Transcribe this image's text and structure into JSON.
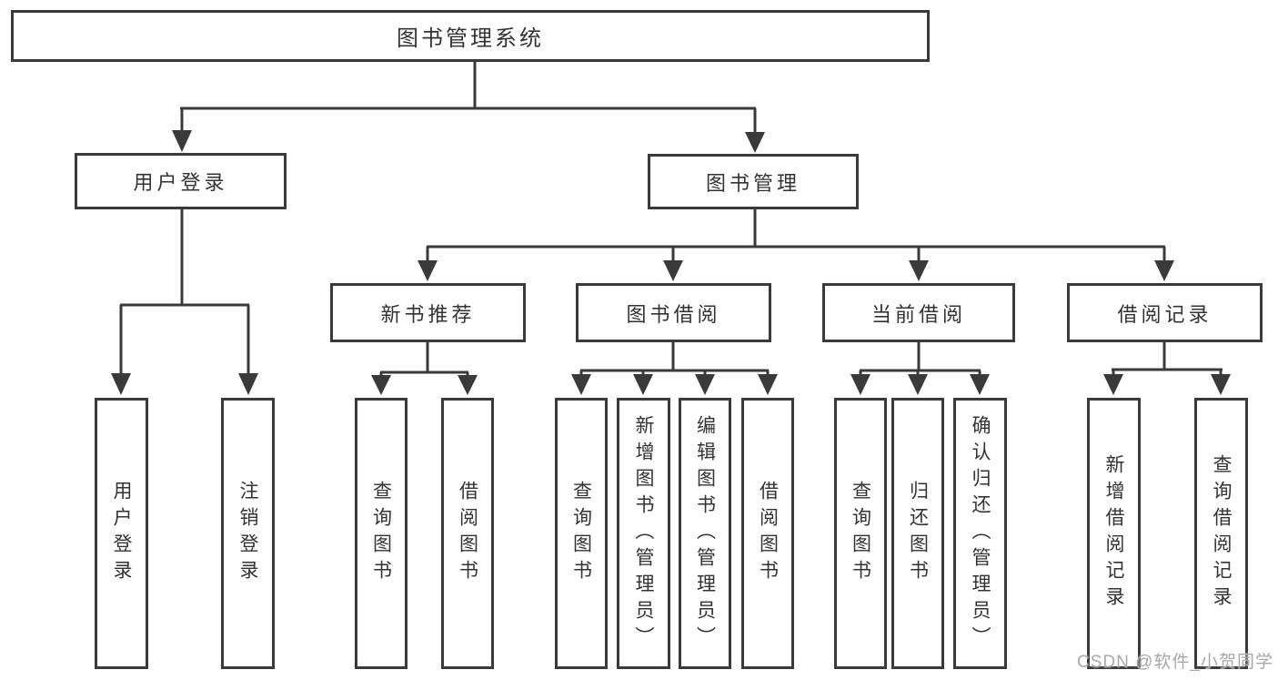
{
  "diagram": {
    "title": "图书管理系统",
    "nodes": {
      "root": {
        "label": "图书管理系统"
      },
      "userLogin": {
        "label": "用户登录"
      },
      "bookMgmt": {
        "label": "图书管理"
      },
      "newBook": {
        "label": "新书推荐"
      },
      "bookBorrow": {
        "label": "图书借阅"
      },
      "currentBorrow": {
        "label": "当前借阅"
      },
      "borrowRecords": {
        "label": "借阅记录"
      },
      "userLoginLeaf": {
        "label": "用户登录"
      },
      "logoutLeaf": {
        "label": "注销登录"
      },
      "queryBooksA": {
        "label": "查询图书"
      },
      "borrowBooksA": {
        "label": "借阅图书"
      },
      "queryBooksB": {
        "label": "查询图书"
      },
      "addBooks": {
        "label": "新增图书（管理员）"
      },
      "editBooks": {
        "label": "编辑图书（管理员）"
      },
      "borrowBooksB": {
        "label": "借阅图书"
      },
      "queryBooksC": {
        "label": "查询图书"
      },
      "returnBooks": {
        "label": "归还图书"
      },
      "confirmReturn": {
        "label": "确认归还（管理员）"
      },
      "addRecord": {
        "label": "新增借阅记录"
      },
      "queryRecord": {
        "label": "查询借阅记录"
      }
    },
    "hierarchy": {
      "图书管理系统": {
        "用户登录": [
          "用户登录",
          "注销登录"
        ],
        "图书管理": {
          "新书推荐": [
            "查询图书",
            "借阅图书"
          ],
          "图书借阅": [
            "查询图书",
            "新增图书（管理员）",
            "编辑图书（管理员）",
            "借阅图书"
          ],
          "当前借阅": [
            "查询图书",
            "归还图书",
            "确认归还（管理员）"
          ],
          "借阅记录": [
            "新增借阅记录",
            "查询借阅记录"
          ]
        }
      }
    }
  },
  "watermark": {
    "text": "CSDN @软件_小贺同学"
  },
  "colors": {
    "line": "#3a3a3a",
    "text": "#333333",
    "watermark": "#a8a8a8",
    "background": "#ffffff"
  }
}
